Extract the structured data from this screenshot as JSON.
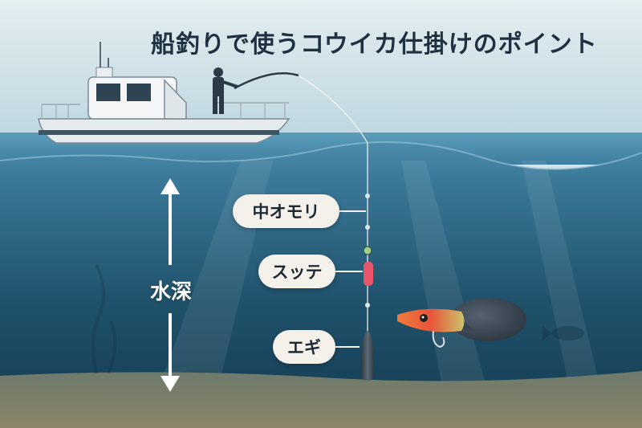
{
  "title": "船釣りで使うコウイカ仕掛けのポイント",
  "labels": {
    "weight": "中オモリ",
    "sutte": "スッテ",
    "egi": "エギ",
    "depth": "水深"
  },
  "colors": {
    "sky_top": "#dbe9ee",
    "sky_bottom": "#b9d3dd",
    "sea_surface": "#4f8fad",
    "sea_deep": "#123d55",
    "seabed": "#7a7660",
    "pill_bg": "#f4f1ea",
    "sutte_color": "#e8546a",
    "egi_color": "#3b4a56",
    "squid_body": "#3a4550",
    "squid_lure": "#ef6a3a"
  },
  "icons": [
    "boat-icon",
    "angler-icon",
    "squid-icon",
    "hook-icon",
    "fish-icon"
  ]
}
